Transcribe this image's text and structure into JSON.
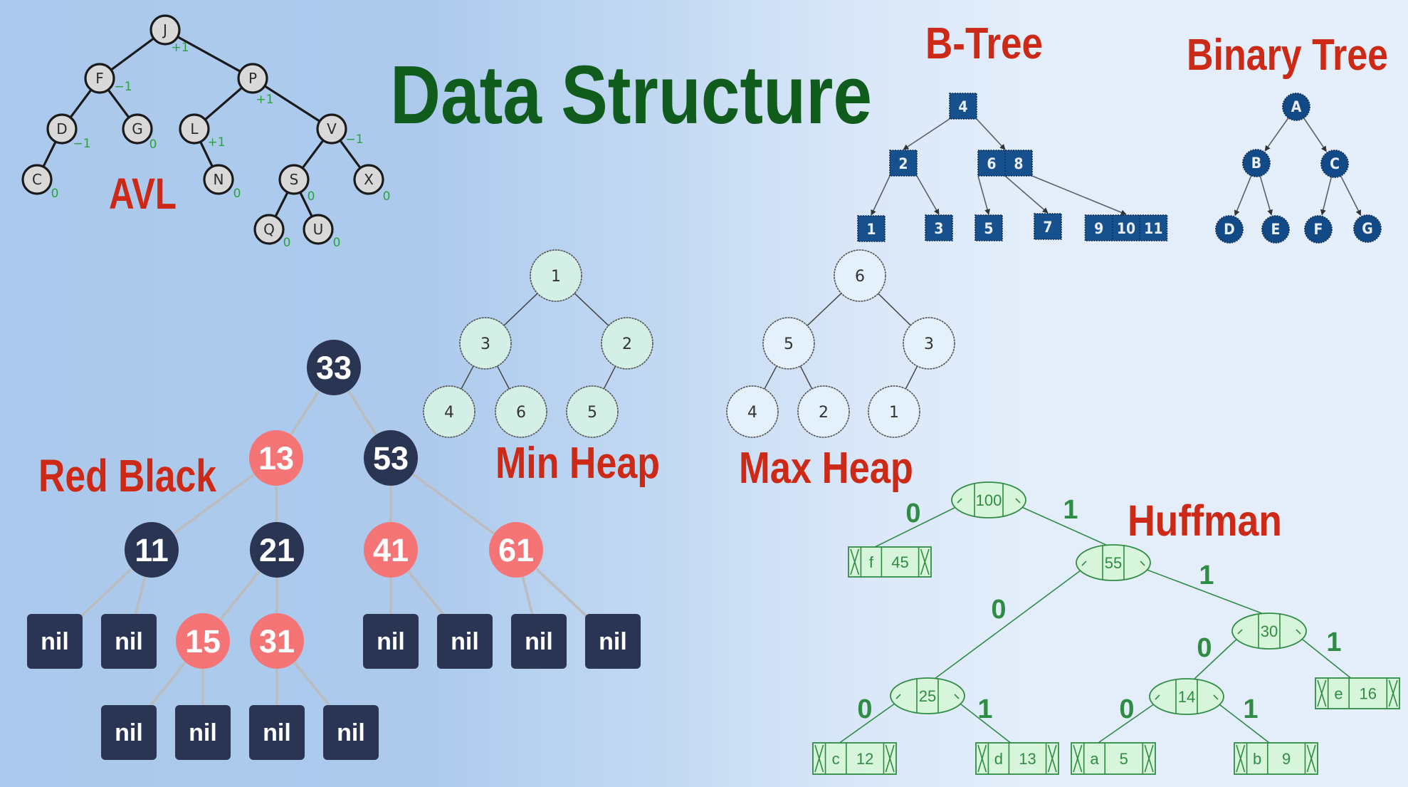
{
  "title": "Data Structure",
  "colors": {
    "title_green": "#0f5c1c",
    "label_red": "#cc2a17",
    "rb_black": "#2a3553",
    "rb_red": "#f57475",
    "huffman_green": "#2f8c43",
    "btree_blue": "#16508d",
    "bg_left": "#abc9ec",
    "bg_right": "#e5eefb"
  },
  "labels": {
    "avl": "AVL",
    "btree": "B-Tree",
    "binary_tree": "Binary Tree",
    "min_heap": "Min Heap",
    "max_heap": "Max Heap",
    "red_black": "Red Black",
    "huffman": "Huffman"
  },
  "avl": {
    "nodes": [
      {
        "id": "J",
        "label": "J",
        "balance": "+1",
        "parent": null
      },
      {
        "id": "F",
        "label": "F",
        "balance": "−1",
        "parent": "J"
      },
      {
        "id": "P",
        "label": "P",
        "balance": "+1",
        "parent": "J"
      },
      {
        "id": "D",
        "label": "D",
        "balance": "−1",
        "parent": "F"
      },
      {
        "id": "G",
        "label": "G",
        "balance": "0",
        "parent": "F"
      },
      {
        "id": "L",
        "label": "L",
        "balance": "+1",
        "parent": "P"
      },
      {
        "id": "V",
        "label": "V",
        "balance": "−1",
        "parent": "P"
      },
      {
        "id": "C",
        "label": "C",
        "balance": "0",
        "parent": "D"
      },
      {
        "id": "N",
        "label": "N",
        "balance": "0",
        "parent": "L"
      },
      {
        "id": "S",
        "label": "S",
        "balance": "0",
        "parent": "V"
      },
      {
        "id": "X",
        "label": "X",
        "balance": "0",
        "parent": "V"
      },
      {
        "id": "Q",
        "label": "Q",
        "balance": "0",
        "parent": "S"
      },
      {
        "id": "U",
        "label": "U",
        "balance": "0",
        "parent": "S"
      }
    ]
  },
  "btree": {
    "nodes": [
      {
        "id": "r",
        "keys": [
          "4"
        ],
        "parent": null
      },
      {
        "id": "a",
        "keys": [
          "2"
        ],
        "parent": "r"
      },
      {
        "id": "b",
        "keys": [
          "6",
          "8"
        ],
        "parent": "r"
      },
      {
        "id": "a1",
        "keys": [
          "1"
        ],
        "parent": "a"
      },
      {
        "id": "a2",
        "keys": [
          "3"
        ],
        "parent": "a"
      },
      {
        "id": "b1",
        "keys": [
          "5"
        ],
        "parent": "b"
      },
      {
        "id": "b2",
        "keys": [
          "7"
        ],
        "parent": "b"
      },
      {
        "id": "b3",
        "keys": [
          "9",
          "10",
          "11"
        ],
        "parent": "b"
      }
    ]
  },
  "binary_tree": {
    "nodes": [
      {
        "id": "A",
        "label": "A",
        "parent": null
      },
      {
        "id": "B",
        "label": "B",
        "parent": "A"
      },
      {
        "id": "C",
        "label": "C",
        "parent": "A"
      },
      {
        "id": "D",
        "label": "D",
        "parent": "B"
      },
      {
        "id": "E",
        "label": "E",
        "parent": "B"
      },
      {
        "id": "F",
        "label": "F",
        "parent": "C"
      },
      {
        "id": "G",
        "label": "G",
        "parent": "C"
      }
    ]
  },
  "min_heap": {
    "values": [
      "1",
      "3",
      "2",
      "4",
      "6",
      "5"
    ]
  },
  "max_heap": {
    "values": [
      "6",
      "5",
      "3",
      "4",
      "2",
      "1"
    ]
  },
  "red_black": {
    "nodes": [
      {
        "id": "n33",
        "label": "33",
        "color": "black",
        "parent": null
      },
      {
        "id": "n13",
        "label": "13",
        "color": "red",
        "parent": "n33"
      },
      {
        "id": "n53",
        "label": "53",
        "color": "black",
        "parent": "n33"
      },
      {
        "id": "n11",
        "label": "11",
        "color": "black",
        "parent": "n13"
      },
      {
        "id": "n21",
        "label": "21",
        "color": "black",
        "parent": "n13"
      },
      {
        "id": "n41",
        "label": "41",
        "color": "red",
        "parent": "n53"
      },
      {
        "id": "n61",
        "label": "61",
        "color": "red",
        "parent": "n53"
      },
      {
        "id": "nil1",
        "label": "nil",
        "color": "nil",
        "parent": "n11"
      },
      {
        "id": "nil2",
        "label": "nil",
        "color": "nil",
        "parent": "n11"
      },
      {
        "id": "n15",
        "label": "15",
        "color": "red",
        "parent": "n21"
      },
      {
        "id": "n31",
        "label": "31",
        "color": "red",
        "parent": "n21"
      },
      {
        "id": "nil3",
        "label": "nil",
        "color": "nil",
        "parent": "n41"
      },
      {
        "id": "nil4",
        "label": "nil",
        "color": "nil",
        "parent": "n41"
      },
      {
        "id": "nil5",
        "label": "nil",
        "color": "nil",
        "parent": "n61"
      },
      {
        "id": "nil6",
        "label": "nil",
        "color": "nil",
        "parent": "n61"
      },
      {
        "id": "nil7",
        "label": "nil",
        "color": "nil",
        "parent": "n15"
      },
      {
        "id": "nil8",
        "label": "nil",
        "color": "nil",
        "parent": "n15"
      },
      {
        "id": "nil9",
        "label": "nil",
        "color": "nil",
        "parent": "n31"
      },
      {
        "id": "nil10",
        "label": "nil",
        "color": "nil",
        "parent": "n31"
      }
    ]
  },
  "huffman": {
    "internal": [
      {
        "id": "h100",
        "weight": "100",
        "parent": null,
        "edge": null
      },
      {
        "id": "h55",
        "weight": "55",
        "parent": "h100",
        "edge": "1"
      },
      {
        "id": "h30",
        "weight": "30",
        "parent": "h55",
        "edge": "1"
      },
      {
        "id": "h25",
        "weight": "25",
        "parent": "h55",
        "edge": "0"
      },
      {
        "id": "h14",
        "weight": "14",
        "parent": "h30",
        "edge": "0"
      }
    ],
    "leaves": [
      {
        "id": "lf",
        "char": "f",
        "freq": "45",
        "parent": "h100",
        "edge": "0"
      },
      {
        "id": "le",
        "char": "e",
        "freq": "16",
        "parent": "h30",
        "edge": "1"
      },
      {
        "id": "lc",
        "char": "c",
        "freq": "12",
        "parent": "h25",
        "edge": "0"
      },
      {
        "id": "ld",
        "char": "d",
        "freq": "13",
        "parent": "h25",
        "edge": "1"
      },
      {
        "id": "la",
        "char": "a",
        "freq": "5",
        "parent": "h14",
        "edge": "0"
      },
      {
        "id": "lb",
        "char": "b",
        "freq": "9",
        "parent": "h14",
        "edge": "1"
      }
    ],
    "null_marker": "X"
  }
}
